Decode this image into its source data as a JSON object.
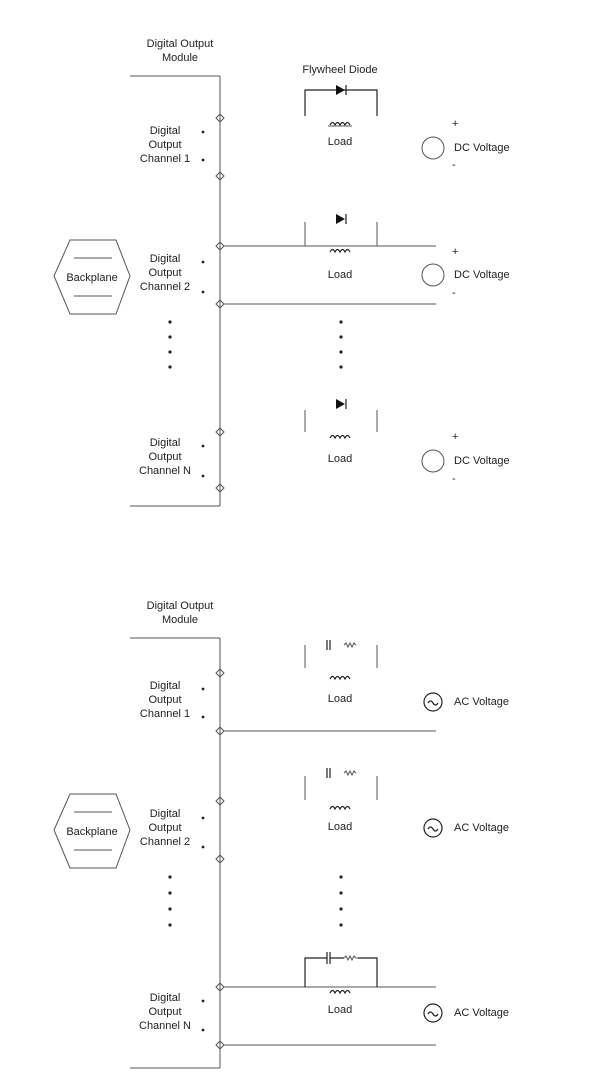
{
  "top": {
    "module_label_line1": "Digital Output",
    "module_label_line2": "Module",
    "flywheel_label": "Flywheel Diode",
    "backplane_label": "Backplane",
    "channels": [
      {
        "line1": "Digital",
        "line2": "Output",
        "line3": "Channel 1",
        "load": "Load",
        "voltage": "DC Voltage",
        "plus": "+",
        "minus": "-"
      },
      {
        "line1": "Digital",
        "line2": "Output",
        "line3": "Channel 2",
        "load": "Load",
        "voltage": "DC Voltage",
        "plus": "+",
        "minus": "-"
      },
      {
        "line1": "Digital",
        "line2": "Output",
        "line3": "Channel N",
        "load": "Load",
        "voltage": "DC Voltage",
        "plus": "+",
        "minus": "-"
      }
    ]
  },
  "bottom": {
    "module_label_line1": "Digital Output",
    "module_label_line2": "Module",
    "backplane_label": "Backplane",
    "channels": [
      {
        "line1": "Digital",
        "line2": "Output",
        "line3": "Channel 1",
        "load": "Load",
        "voltage": "AC Voltage"
      },
      {
        "line1": "Digital",
        "line2": "Output",
        "line3": "Channel 2",
        "load": "Load",
        "voltage": "AC Voltage"
      },
      {
        "line1": "Digital",
        "line2": "Output",
        "line3": "Channel N",
        "load": "Load",
        "voltage": "AC Voltage"
      }
    ]
  },
  "colors": {
    "line": "#555555",
    "text": "#222222"
  }
}
